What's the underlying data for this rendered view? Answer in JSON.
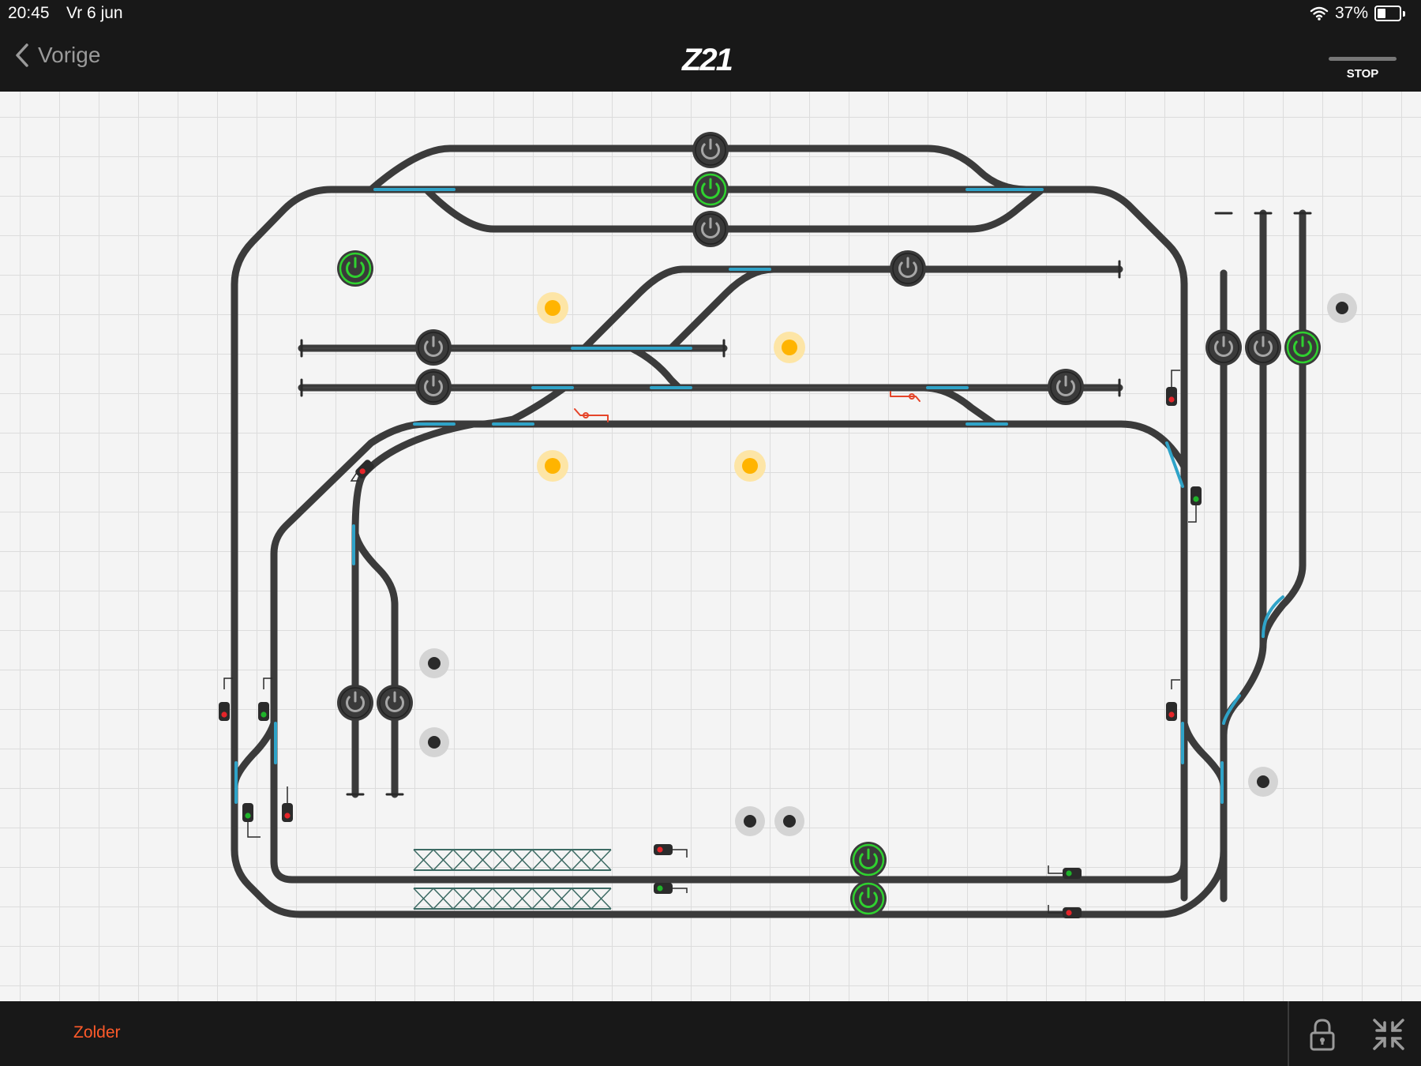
{
  "status_bar": {
    "time": "20:45",
    "date": "Vr 6 jun",
    "battery": "37%",
    "battery_level": 0.37
  },
  "nav": {
    "back_label": "Vorige",
    "logo": "Z21",
    "stop_label": "STOP"
  },
  "layout_tab": {
    "name": "Zolder"
  },
  "colors": {
    "bar": "#181818",
    "track": "#3b3b3b",
    "turnout": "#2fa3c8",
    "active": "#2fd12f",
    "lamp": "#ffb400",
    "signal_red": "#e5252a",
    "signal_green": "#1fb32a",
    "accent": "#ff5a2a"
  },
  "power_buttons": [
    {
      "state": "off"
    },
    {
      "state": "on"
    },
    {
      "state": "off"
    },
    {
      "state": "on"
    },
    {
      "state": "off"
    },
    {
      "state": "off"
    },
    {
      "state": "off"
    },
    {
      "state": "off"
    },
    {
      "state": "off"
    },
    {
      "state": "off"
    },
    {
      "state": "on"
    },
    {
      "state": "off"
    },
    {
      "state": "off"
    },
    {
      "state": "on"
    },
    {
      "state": "on"
    }
  ],
  "lamps": [
    {
      "state": "on"
    },
    {
      "state": "on"
    },
    {
      "state": "on"
    },
    {
      "state": "on"
    }
  ],
  "indicators": [
    {
      "state": "off"
    },
    {
      "state": "off"
    },
    {
      "state": "off"
    },
    {
      "state": "off"
    },
    {
      "state": "off"
    },
    {
      "state": "off"
    }
  ],
  "signals": [
    {
      "aspect": "red"
    },
    {
      "aspect": "green"
    },
    {
      "aspect": "red"
    },
    {
      "aspect": "green"
    },
    {
      "aspect": "red"
    },
    {
      "aspect": "red"
    },
    {
      "aspect": "green"
    },
    {
      "aspect": "red"
    },
    {
      "aspect": "green"
    },
    {
      "aspect": "red"
    },
    {
      "aspect": "green"
    },
    {
      "aspect": "red"
    }
  ]
}
